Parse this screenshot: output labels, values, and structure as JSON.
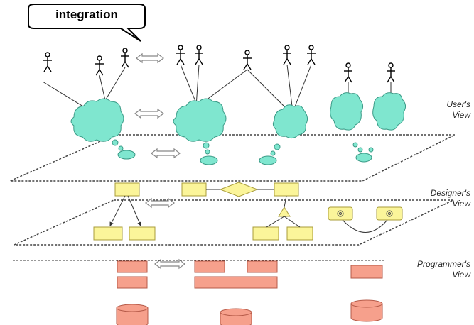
{
  "callout": {
    "label": "integration"
  },
  "views": {
    "user": {
      "line1": "User's",
      "line2": "View"
    },
    "designer": {
      "line1": "Designer's",
      "line2": "View"
    },
    "programmer": {
      "line1": "Programmer's",
      "line2": "View"
    }
  },
  "colors": {
    "cloud": "#7fe6cf",
    "design_box": "#fbf59a",
    "design_stroke": "#a89c3a",
    "code_box": "#f6a08c",
    "code_stroke": "#b55a48",
    "plane_line": "#444444"
  },
  "icons": [
    "user-figure-icon",
    "double-arrow-icon",
    "cloud-icon",
    "database-cylinder-icon",
    "gear-icon"
  ]
}
